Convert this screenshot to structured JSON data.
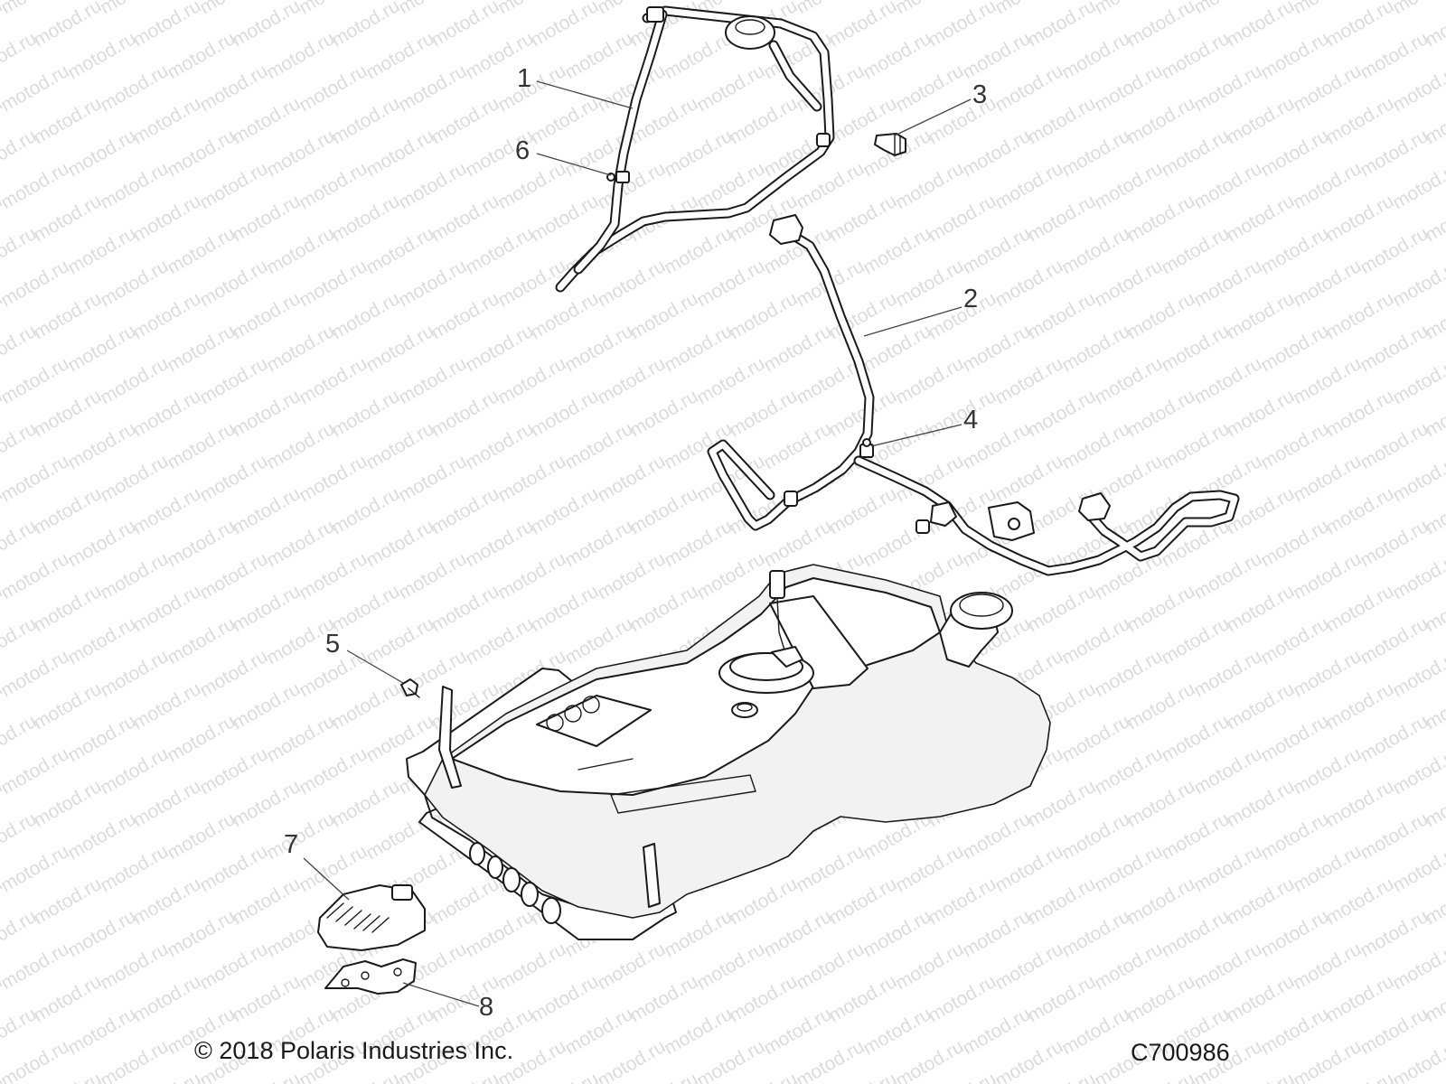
{
  "watermark": {
    "text": "motod.ru"
  },
  "callouts": [
    {
      "id": "callout-1",
      "label": "1"
    },
    {
      "id": "callout-2",
      "label": "2"
    },
    {
      "id": "callout-3",
      "label": "3"
    },
    {
      "id": "callout-4",
      "label": "4"
    },
    {
      "id": "callout-5",
      "label": "5"
    },
    {
      "id": "callout-6",
      "label": "6"
    },
    {
      "id": "callout-7",
      "label": "7"
    },
    {
      "id": "callout-8",
      "label": "8"
    }
  ],
  "footer": {
    "copyright": "© 2018 Polaris Industries Inc.",
    "drawing_id": "C700986"
  },
  "colors": {
    "line": "#1a1a1a",
    "watermark": "#dcdcdc",
    "background": "#ffffff"
  }
}
